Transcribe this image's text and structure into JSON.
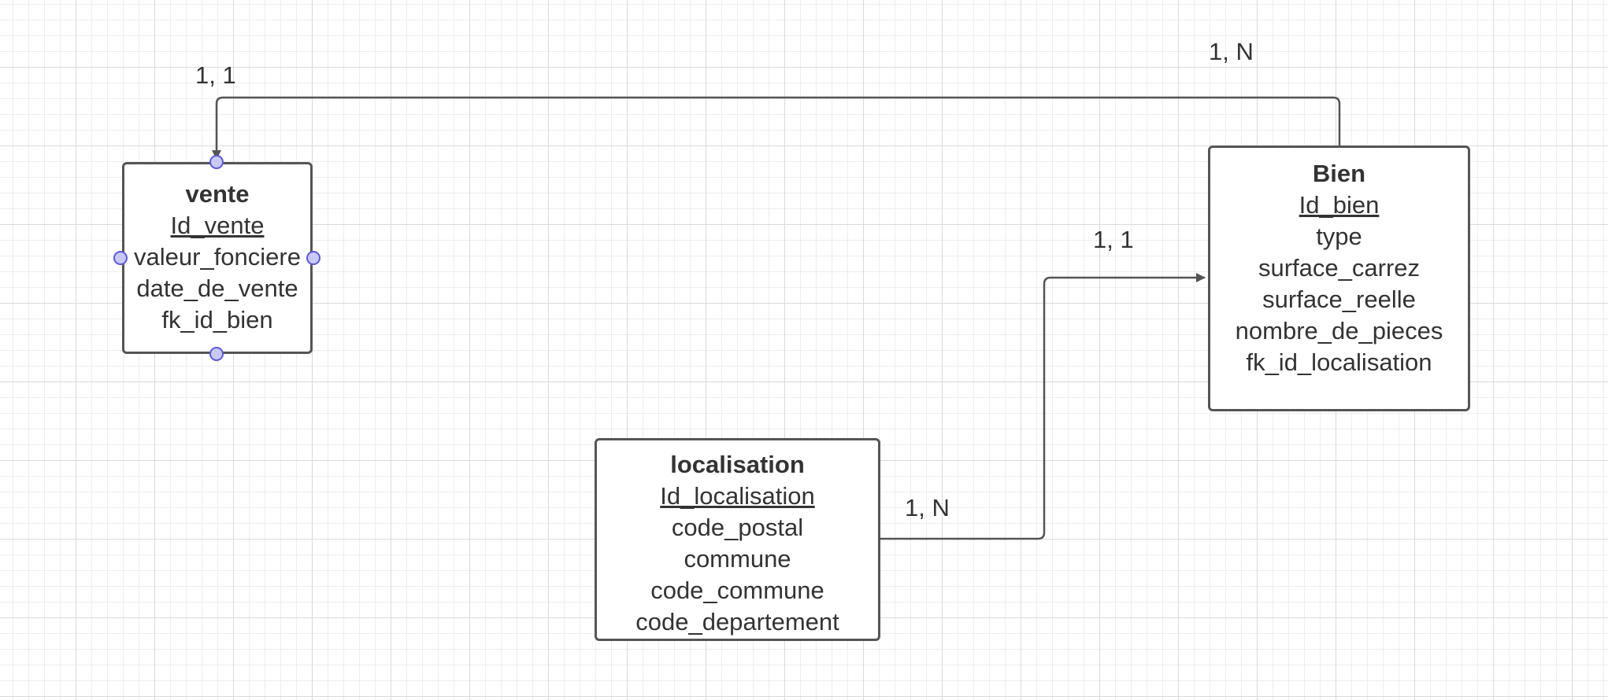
{
  "entities": {
    "vente": {
      "title": "vente",
      "primary_key": "Id_vente",
      "attributes": [
        "valeur_fonciere",
        "date_de_vente",
        "fk_id_bien"
      ]
    },
    "bien": {
      "title": "Bien",
      "primary_key": "Id_bien",
      "attributes": [
        "type",
        "surface_carrez",
        "surface_reelle",
        "nombre_de_pieces",
        "fk_id_localisation"
      ]
    },
    "localisation": {
      "title": "localisation",
      "primary_key": "Id_localisation",
      "attributes": [
        "code_postal",
        "commune",
        "code_commune",
        "code_departement"
      ]
    }
  },
  "relationships": {
    "bien_vente": {
      "from": "Bien",
      "to": "vente",
      "cardinality_from": "1, N",
      "cardinality_to": "1, 1"
    },
    "localisation_bien": {
      "from": "localisation",
      "to": "Bien",
      "cardinality_from": "1, N",
      "cardinality_to": "1, 1"
    }
  },
  "colors": {
    "line": "#555555",
    "handle_fill": "#c9c9f8",
    "handle_stroke": "#5b5bd6",
    "grid": "#dadada"
  }
}
